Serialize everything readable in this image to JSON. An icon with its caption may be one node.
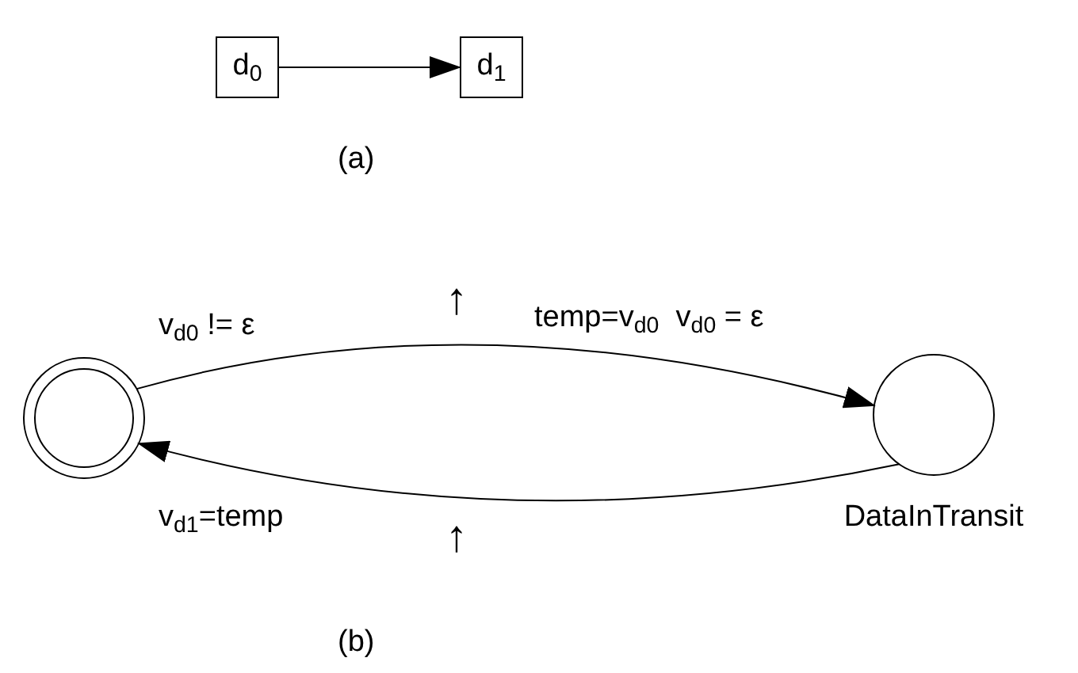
{
  "diagram": {
    "nodes": [
      {
        "text": [
          "d$_{0}$"
        ]
      },
      {
        "text": [
          "d$_{1}$"
        ]
      },
      {
        "text": [],
        "shape": "circle"
      },
      {
        "text": [],
        "shape": "circle",
        "beside": [
          "DataInTransit"
        ]
      }
    ],
    "edges": [
      {
        "from": 0,
        "to": 1,
        "arrow": "to"
      },
      {
        "from": 2,
        "to": 3,
        "arrow": "to",
        "label": "temp=v$_{d0}$  v$_{d0}$ = ε"
      },
      {
        "from": 3,
        "to": 2,
        "arrow": "to",
        "label": "v$_{d1}$=temp"
      }
    ],
    "labels": [
      "(a)",
      "v$_{d0}$ != ε",
      "↑",
      "↑",
      "(b)"
    ]
  }
}
